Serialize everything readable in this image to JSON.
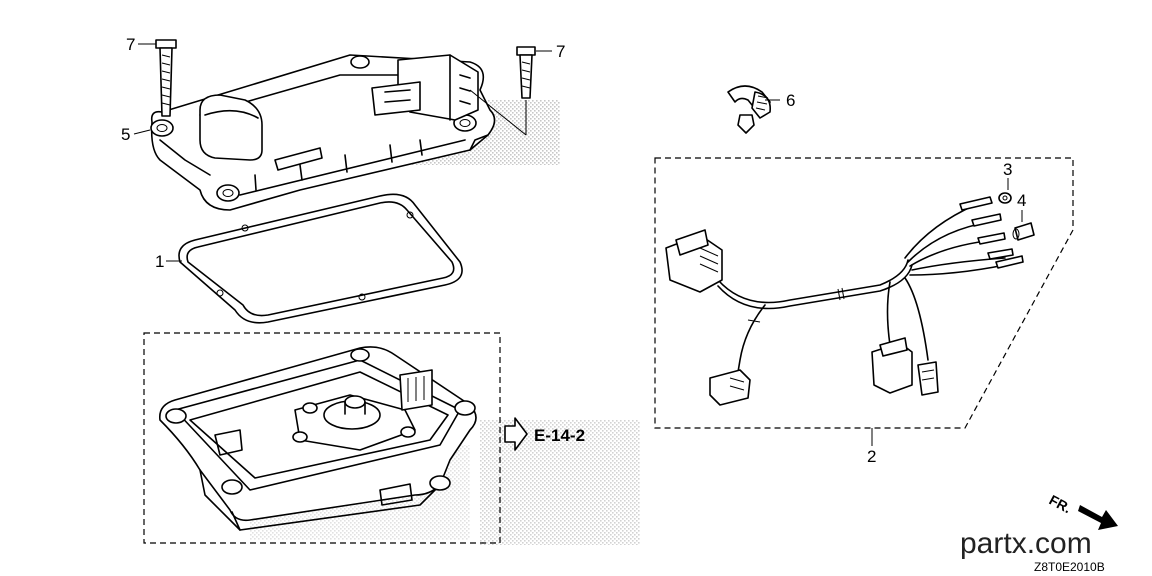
{
  "callouts": {
    "c1": "1",
    "c2": "2",
    "c3": "3",
    "c4": "4",
    "c5": "5",
    "c6": "6",
    "c7a": "7",
    "c7b": "7"
  },
  "reference": "E-14-2",
  "direction": "FR.",
  "brand": "partx.com",
  "diagram_code": "Z8T0E2010B"
}
